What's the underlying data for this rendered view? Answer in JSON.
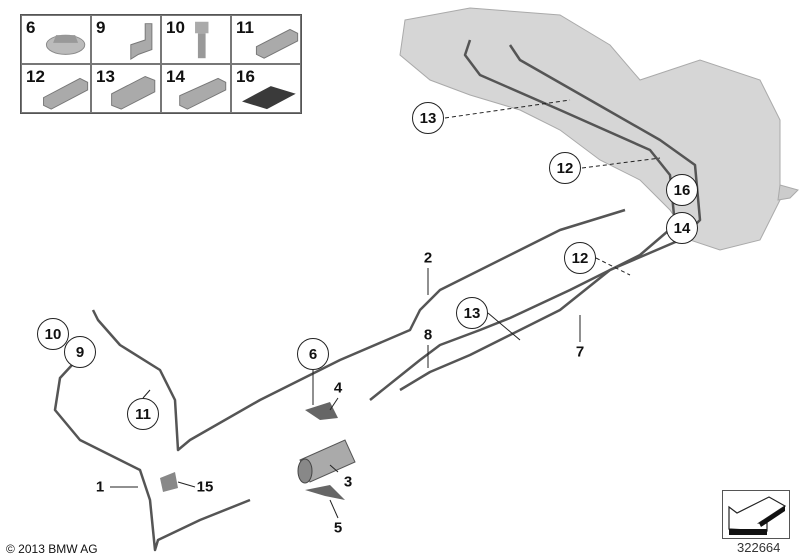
{
  "legend_grid": [
    {
      "number": "6",
      "part": "collar-nut"
    },
    {
      "number": "9",
      "part": "bracket-clip"
    },
    {
      "number": "10",
      "part": "screw"
    },
    {
      "number": "11",
      "part": "pipe-clip"
    },
    {
      "number": "12",
      "part": "pipe-clip"
    },
    {
      "number": "13",
      "part": "pipe-clip"
    },
    {
      "number": "14",
      "part": "pipe-clip"
    },
    {
      "number": "16",
      "part": "pad"
    }
  ],
  "callouts_circled": [
    "13",
    "12",
    "16",
    "14",
    "12",
    "13",
    "6",
    "10",
    "9",
    "11"
  ],
  "callouts_plain": [
    "2",
    "8",
    "4",
    "7",
    "3",
    "5",
    "1",
    "15"
  ],
  "copyright": "© 2013 BMW AG",
  "image_number": "322664",
  "colors": {
    "pipe": "#555555",
    "tank": "#d4d4d4",
    "line": "#222222",
    "pad": "#3a3a3a"
  }
}
